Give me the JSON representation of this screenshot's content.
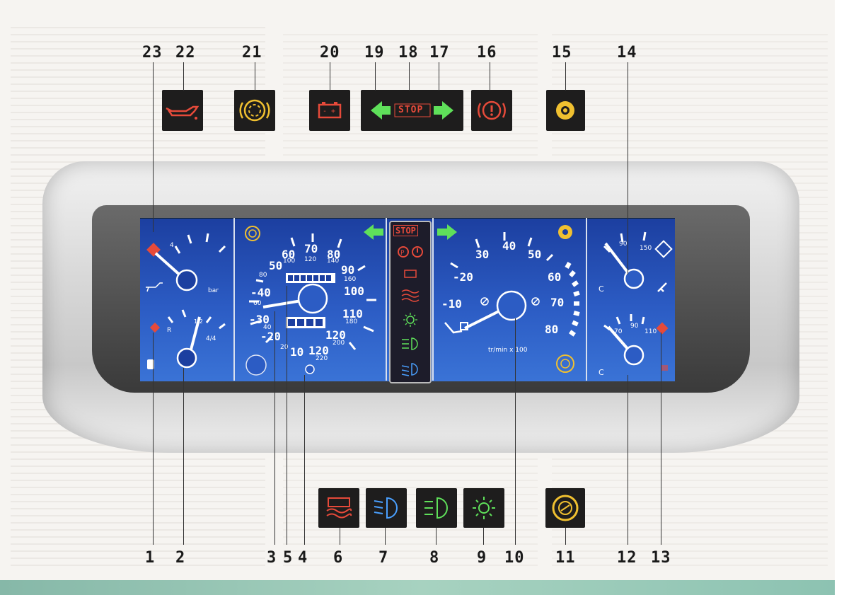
{
  "callouts_top": [
    "23",
    "22",
    "21",
    "20",
    "19",
    "18",
    "17",
    "16",
    "15",
    "14"
  ],
  "callouts_bottom": [
    "1",
    "2",
    "3",
    "5",
    "4",
    "6",
    "7",
    "8",
    "9",
    "10",
    "11",
    "12",
    "13"
  ],
  "tiles": {
    "oil_pressure": {
      "icon": "oil-can-icon",
      "color": "#e64a3a"
    },
    "brake_pad": {
      "icon": "brake-pad-icon",
      "color": "#f0c030"
    },
    "battery": {
      "icon": "battery-icon",
      "color": "#e64a3a"
    },
    "turn_stop": {
      "left_icon": "arrow-left-icon",
      "stop_label": "STOP",
      "right_icon": "arrow-right-icon",
      "arrow_color": "#5fe05a",
      "stop_color": "#e64a3a"
    },
    "brake_warning": {
      "icon": "brake-warning-icon",
      "color": "#e64a3a"
    },
    "service": {
      "icon": "service-icon",
      "color": "#f0c030"
    },
    "coolant": {
      "icon": "coolant-icon",
      "color": "#e64a3a"
    },
    "dipped_beam": {
      "icon": "dipped-beam-icon",
      "color": "#4aa0ff"
    },
    "main_beam": {
      "icon": "main-beam-icon",
      "color": "#5fe05a"
    },
    "sidelights": {
      "icon": "sidelights-icon",
      "color": "#5fe05a"
    },
    "handbrake_ring": {
      "icon": "brake-ring-icon",
      "color": "#f0c030"
    }
  },
  "oil_gauge": {
    "marks": [
      "4"
    ],
    "unit": "bar"
  },
  "fuel_gauge": {
    "marks": [
      "R",
      "1/2",
      "4/4"
    ]
  },
  "speedometer": {
    "outer": [
      "50",
      "60",
      "70",
      "80",
      "90",
      "100",
      "110",
      "120",
      "-40",
      "-30",
      "-20",
      "10",
      "120"
    ],
    "inner": [
      "80",
      "100",
      "120",
      "140",
      "160",
      "180",
      "200",
      "220",
      "60",
      "40",
      "20"
    ]
  },
  "tachometer": {
    "marks": [
      "-10",
      "-20",
      "30",
      "40",
      "50",
      "60",
      "70",
      "80"
    ],
    "unit": "tr/min x 100"
  },
  "temp_gauge_top": {
    "marks": [
      "90",
      "150"
    ],
    "left": "C"
  },
  "temp_gauge_bottom": {
    "marks": [
      "70",
      "90",
      "110"
    ],
    "left": "C"
  },
  "center_strip": {
    "stop_label": "STOP"
  }
}
